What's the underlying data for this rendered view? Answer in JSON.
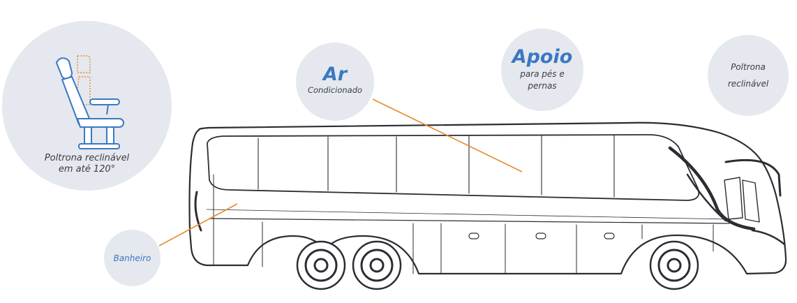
{
  "bubbles": {
    "seat": {
      "title": "Poltrona reclinável",
      "subtitle": "em até 120°"
    },
    "ar": {
      "title": "Ar",
      "subtitle": "Condicionado"
    },
    "apoio": {
      "title": "Apoio",
      "line1": "para pés e",
      "line2": "pernas"
    },
    "poltrona": {
      "line1": "Poltrona",
      "line2": "reclinável"
    },
    "banheiro": {
      "label": "Banheiro"
    }
  },
  "colors": {
    "bubble_bg": "#e5e8ee",
    "accent_blue": "#3b78c4",
    "callout_orange": "#e88a2e",
    "outline": "#2b2d33"
  }
}
